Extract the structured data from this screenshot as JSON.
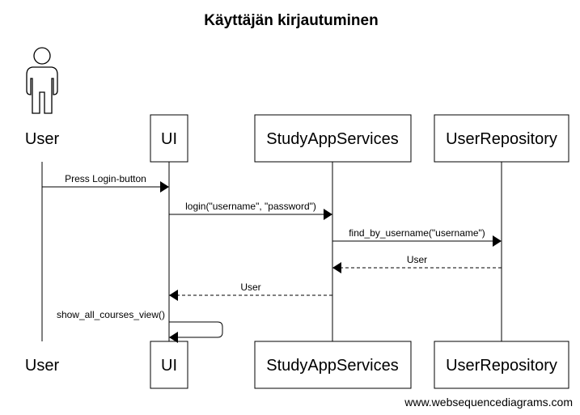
{
  "diagram": {
    "title": "Käyttäjän kirjautuminen",
    "watermark": "www.websequencediagrams.com",
    "participants": [
      {
        "id": "user",
        "label": "User",
        "kind": "actor"
      },
      {
        "id": "ui",
        "label": "UI",
        "kind": "box"
      },
      {
        "id": "services",
        "label": "StudyAppServices",
        "kind": "box"
      },
      {
        "id": "repo",
        "label": "UserRepository",
        "kind": "box"
      }
    ],
    "messages": [
      {
        "from": "user",
        "to": "ui",
        "label": "Press Login-button",
        "style": "solid"
      },
      {
        "from": "ui",
        "to": "services",
        "label": "login(\"username\", \"password\")",
        "style": "solid"
      },
      {
        "from": "services",
        "to": "repo",
        "label": "find_by_username(\"username\")",
        "style": "solid"
      },
      {
        "from": "repo",
        "to": "services",
        "label": "User",
        "style": "dashed"
      },
      {
        "from": "services",
        "to": "ui",
        "label": "User",
        "style": "dashed"
      },
      {
        "from": "ui",
        "to": "ui",
        "label": "show_all_courses_view()",
        "style": "solid"
      }
    ]
  }
}
